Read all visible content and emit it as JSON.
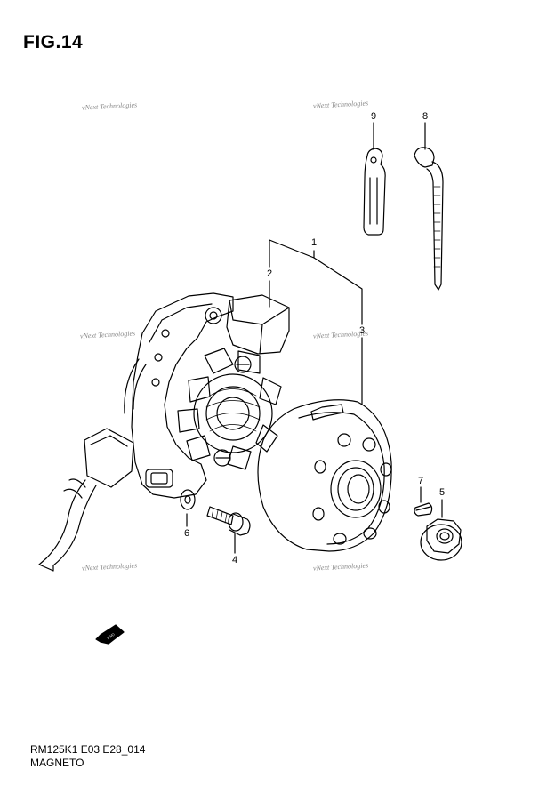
{
  "figure": {
    "title": "FIG.14",
    "code": "RM125K1 E03 E28_014",
    "name": "MAGNETO"
  },
  "watermark": "vNext Technologies",
  "callouts": [
    "1",
    "2",
    "3",
    "4",
    "5",
    "6",
    "7",
    "8",
    "9"
  ],
  "colors": {
    "line": "#000000",
    "watermark": "#8a8a8a",
    "background": "#ffffff"
  }
}
